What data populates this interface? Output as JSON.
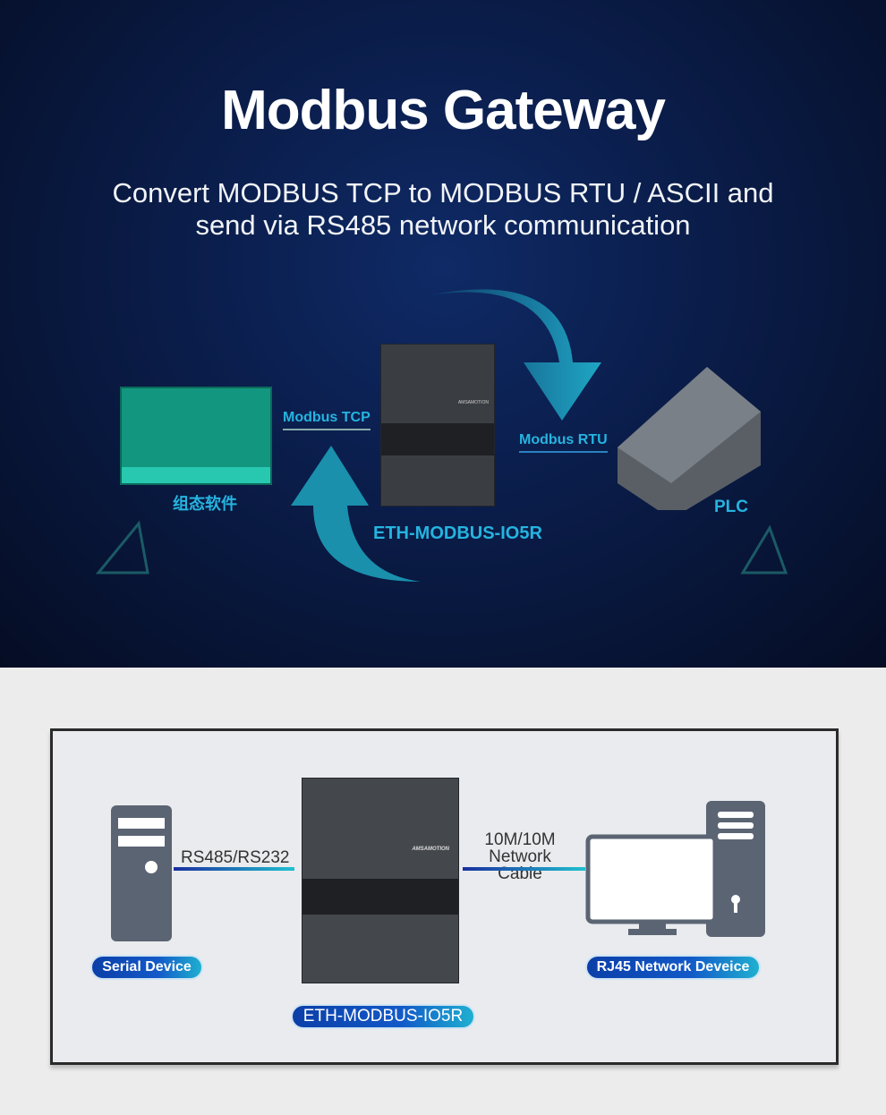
{
  "header": {
    "title": "Modbus Gateway",
    "subtitle_line1": "Convert MODBUS TCP to MODBUS RTU / ASCII and",
    "subtitle_line2": "send via RS485 network communication"
  },
  "diagram_top": {
    "software_label": "组态软件",
    "tcp_label": "Modbus TCP",
    "rtu_label": "Modbus RTU",
    "device_label": "ETH-MODBUS-IO5R",
    "plc_label": "PLC",
    "brand": "AMSAMOTION",
    "accent": "#25b4e0"
  },
  "diagram_bottom": {
    "serial_label": "RS485/RS232",
    "cable_line1": "10M/10M",
    "cable_line2": "Network Cable",
    "serial_device": "Serial Device",
    "device_label": "ETH-MODBUS-IO5R",
    "network_device": "RJ45 Network Deveice",
    "brand": "AMSAMOTION"
  }
}
